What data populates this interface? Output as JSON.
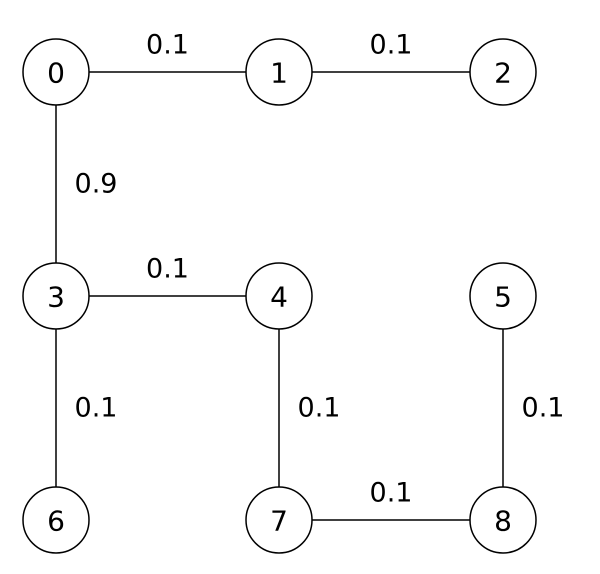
{
  "nodes": [
    {
      "id": "0",
      "label": "0"
    },
    {
      "id": "1",
      "label": "1"
    },
    {
      "id": "2",
      "label": "2"
    },
    {
      "id": "3",
      "label": "3"
    },
    {
      "id": "4",
      "label": "4"
    },
    {
      "id": "5",
      "label": "5"
    },
    {
      "id": "6",
      "label": "6"
    },
    {
      "id": "7",
      "label": "7"
    },
    {
      "id": "8",
      "label": "8"
    }
  ],
  "edges": [
    {
      "from": "0",
      "to": "1",
      "weight": "0.1"
    },
    {
      "from": "1",
      "to": "2",
      "weight": "0.1"
    },
    {
      "from": "0",
      "to": "3",
      "weight": "0.9"
    },
    {
      "from": "3",
      "to": "4",
      "weight": "0.1"
    },
    {
      "from": "3",
      "to": "6",
      "weight": "0.1"
    },
    {
      "from": "4",
      "to": "7",
      "weight": "0.1"
    },
    {
      "from": "7",
      "to": "8",
      "weight": "0.1"
    },
    {
      "from": "5",
      "to": "8",
      "weight": "0.1"
    }
  ],
  "colors": {
    "stroke": "#000000",
    "fill": "#ffffff",
    "text": "#000000"
  }
}
